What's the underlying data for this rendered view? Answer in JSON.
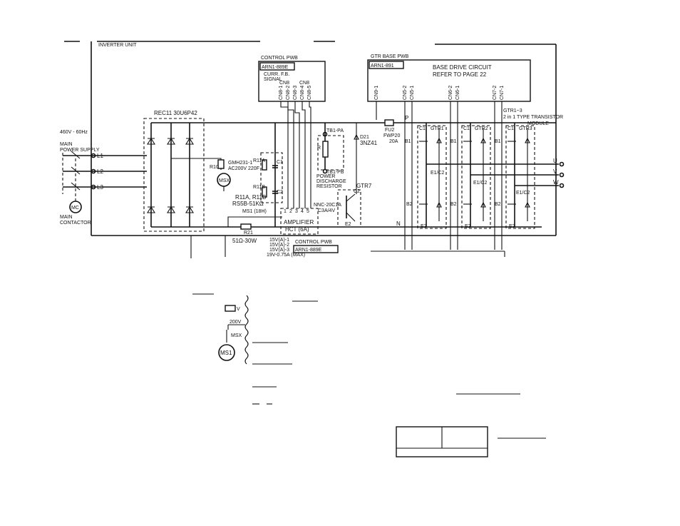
{
  "labels": {
    "inverter_unit": "INVERTER UNIT",
    "control_pwb": "CONTROL PWB",
    "arn1_889e": "ARN1-889E",
    "curr_fb": "CURR. F.B.",
    "signal": "SIGNAL",
    "cn8": "CN8",
    "cn8_pins": [
      "CN8-1",
      "CN8-2",
      "CN8-3",
      "CN8-4",
      "CN8-5"
    ],
    "gtr_base_pwb": "GTR BASE PWB",
    "arn1_891": "ARN1-891",
    "base_drive": "BASE DRIVE CIRCUIT",
    "refer_page": "REFER TO PAGE 22",
    "cn_pins": [
      "CN9-1",
      "CN5-2",
      "CN5-1",
      "CN6-2",
      "CN6-1",
      "CN7-2",
      "CN7-1"
    ],
    "gtr_module_1": "GTR1~3",
    "gtr_module_2": "2 in 1 TYPE TRANSISTOR",
    "gtr_module_3": "MODULE",
    "rec11": "REC11 30U6P42",
    "supply_1": "460V - 60Hz",
    "supply_2": "MAIN",
    "supply_3": "POWER SUPPLY",
    "l1": "L1",
    "l2": "L2",
    "l3": "L3",
    "mc": "MC",
    "main_contactor_1": "MAIN",
    "main_contactor_2": "CONTACTOR",
    "r10": "R10",
    "msx": "MSX",
    "cap_code": "GMH231-1",
    "cap_rating": "AC200V 220F",
    "r11a": "R11A",
    "r11b": "R11B",
    "c1": "C1",
    "c2": "C2",
    "r11ab": "R11A, R11B",
    "rs5b": "RS5B-51KΩ",
    "ms1_label": "MS1 (18H)",
    "r21": "R21",
    "r21_val": "51Ω-30W",
    "tb1_pa": "TB1-PA",
    "tb1_pb": "TB1-PB",
    "r": "R",
    "power_1": "POWER",
    "power_2": "DISCHARGE",
    "power_3": "RESISTOR",
    "d21": "D21",
    "d21_type": "3NZ41",
    "fu2": "FU2",
    "fu2_type": "FWP20",
    "fu2_rating": "20A",
    "p": "P",
    "n": "N",
    "gtr7": "GTR7",
    "nc_1": "NNC-20C1A",
    "nc_2": "C3A/4V",
    "amplifier": "AMPLIFIER",
    "hct": "HCT (6A)",
    "pin_nums": [
      "1",
      "2",
      "3",
      "4",
      "5"
    ],
    "control_pwb_2": "CONTROL PWB",
    "arn1_889e_2": "ARN1-889E",
    "psu_1": "15V(A)-1",
    "psu_2": "15V(A)-2",
    "psu_3": "15V(A)-3",
    "psu_4": "19V-0.75A (MAX)",
    "gtr1": "GTR1",
    "gtr2": "GTR2",
    "gtr3": "GTR3",
    "b1": "B1",
    "b2": "B2",
    "e1c2": "E1/C2",
    "e2": "E2",
    "u": "U",
    "v": "V",
    "w": "W",
    "v_box": "V",
    "v200": "200V",
    "msx_lower": "MSX",
    "ms1": "MS1"
  }
}
